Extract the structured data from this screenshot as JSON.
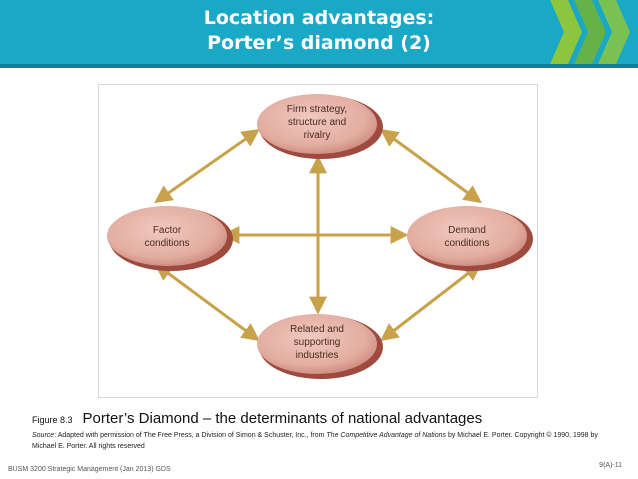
{
  "header": {
    "title_line1": "Location advantages:",
    "title_line2": "Porter’s diamond (2)",
    "colors": {
      "background": "#1aa8c7",
      "chevron_green": "#8cc63f"
    }
  },
  "diagram": {
    "nodes": {
      "top": [
        "Firm strategy,",
        "structure and",
        "rivalry"
      ],
      "left": [
        "Factor",
        "conditions"
      ],
      "right": [
        "Demand",
        "conditions"
      ],
      "bottom": [
        "Related and",
        "supporting",
        "industries"
      ]
    },
    "colors": {
      "node_fill": "#e3ada1",
      "node_shadow": "#9e4a3e",
      "arrow": "#c8a24a"
    }
  },
  "caption": {
    "figure_number": "Figure 8.3",
    "figure_title": "Porter’s Diamond – the determinants of national advantages",
    "source_label": "Source",
    "source_text_1": ": Adapted with permission of The Free Press, a Division of Simon & Schuster, Inc., from ",
    "source_book": "The Competitive Advantage of Nations",
    "source_text_2": " by Michael E. Porter. Copyright © 1990, 1998 by Michael E. Porter. All rights reserved"
  },
  "footer": {
    "course": "BUSM 3200 Strategic Management (Jan 2013) GDS",
    "slide_number": "9(A)-11"
  }
}
